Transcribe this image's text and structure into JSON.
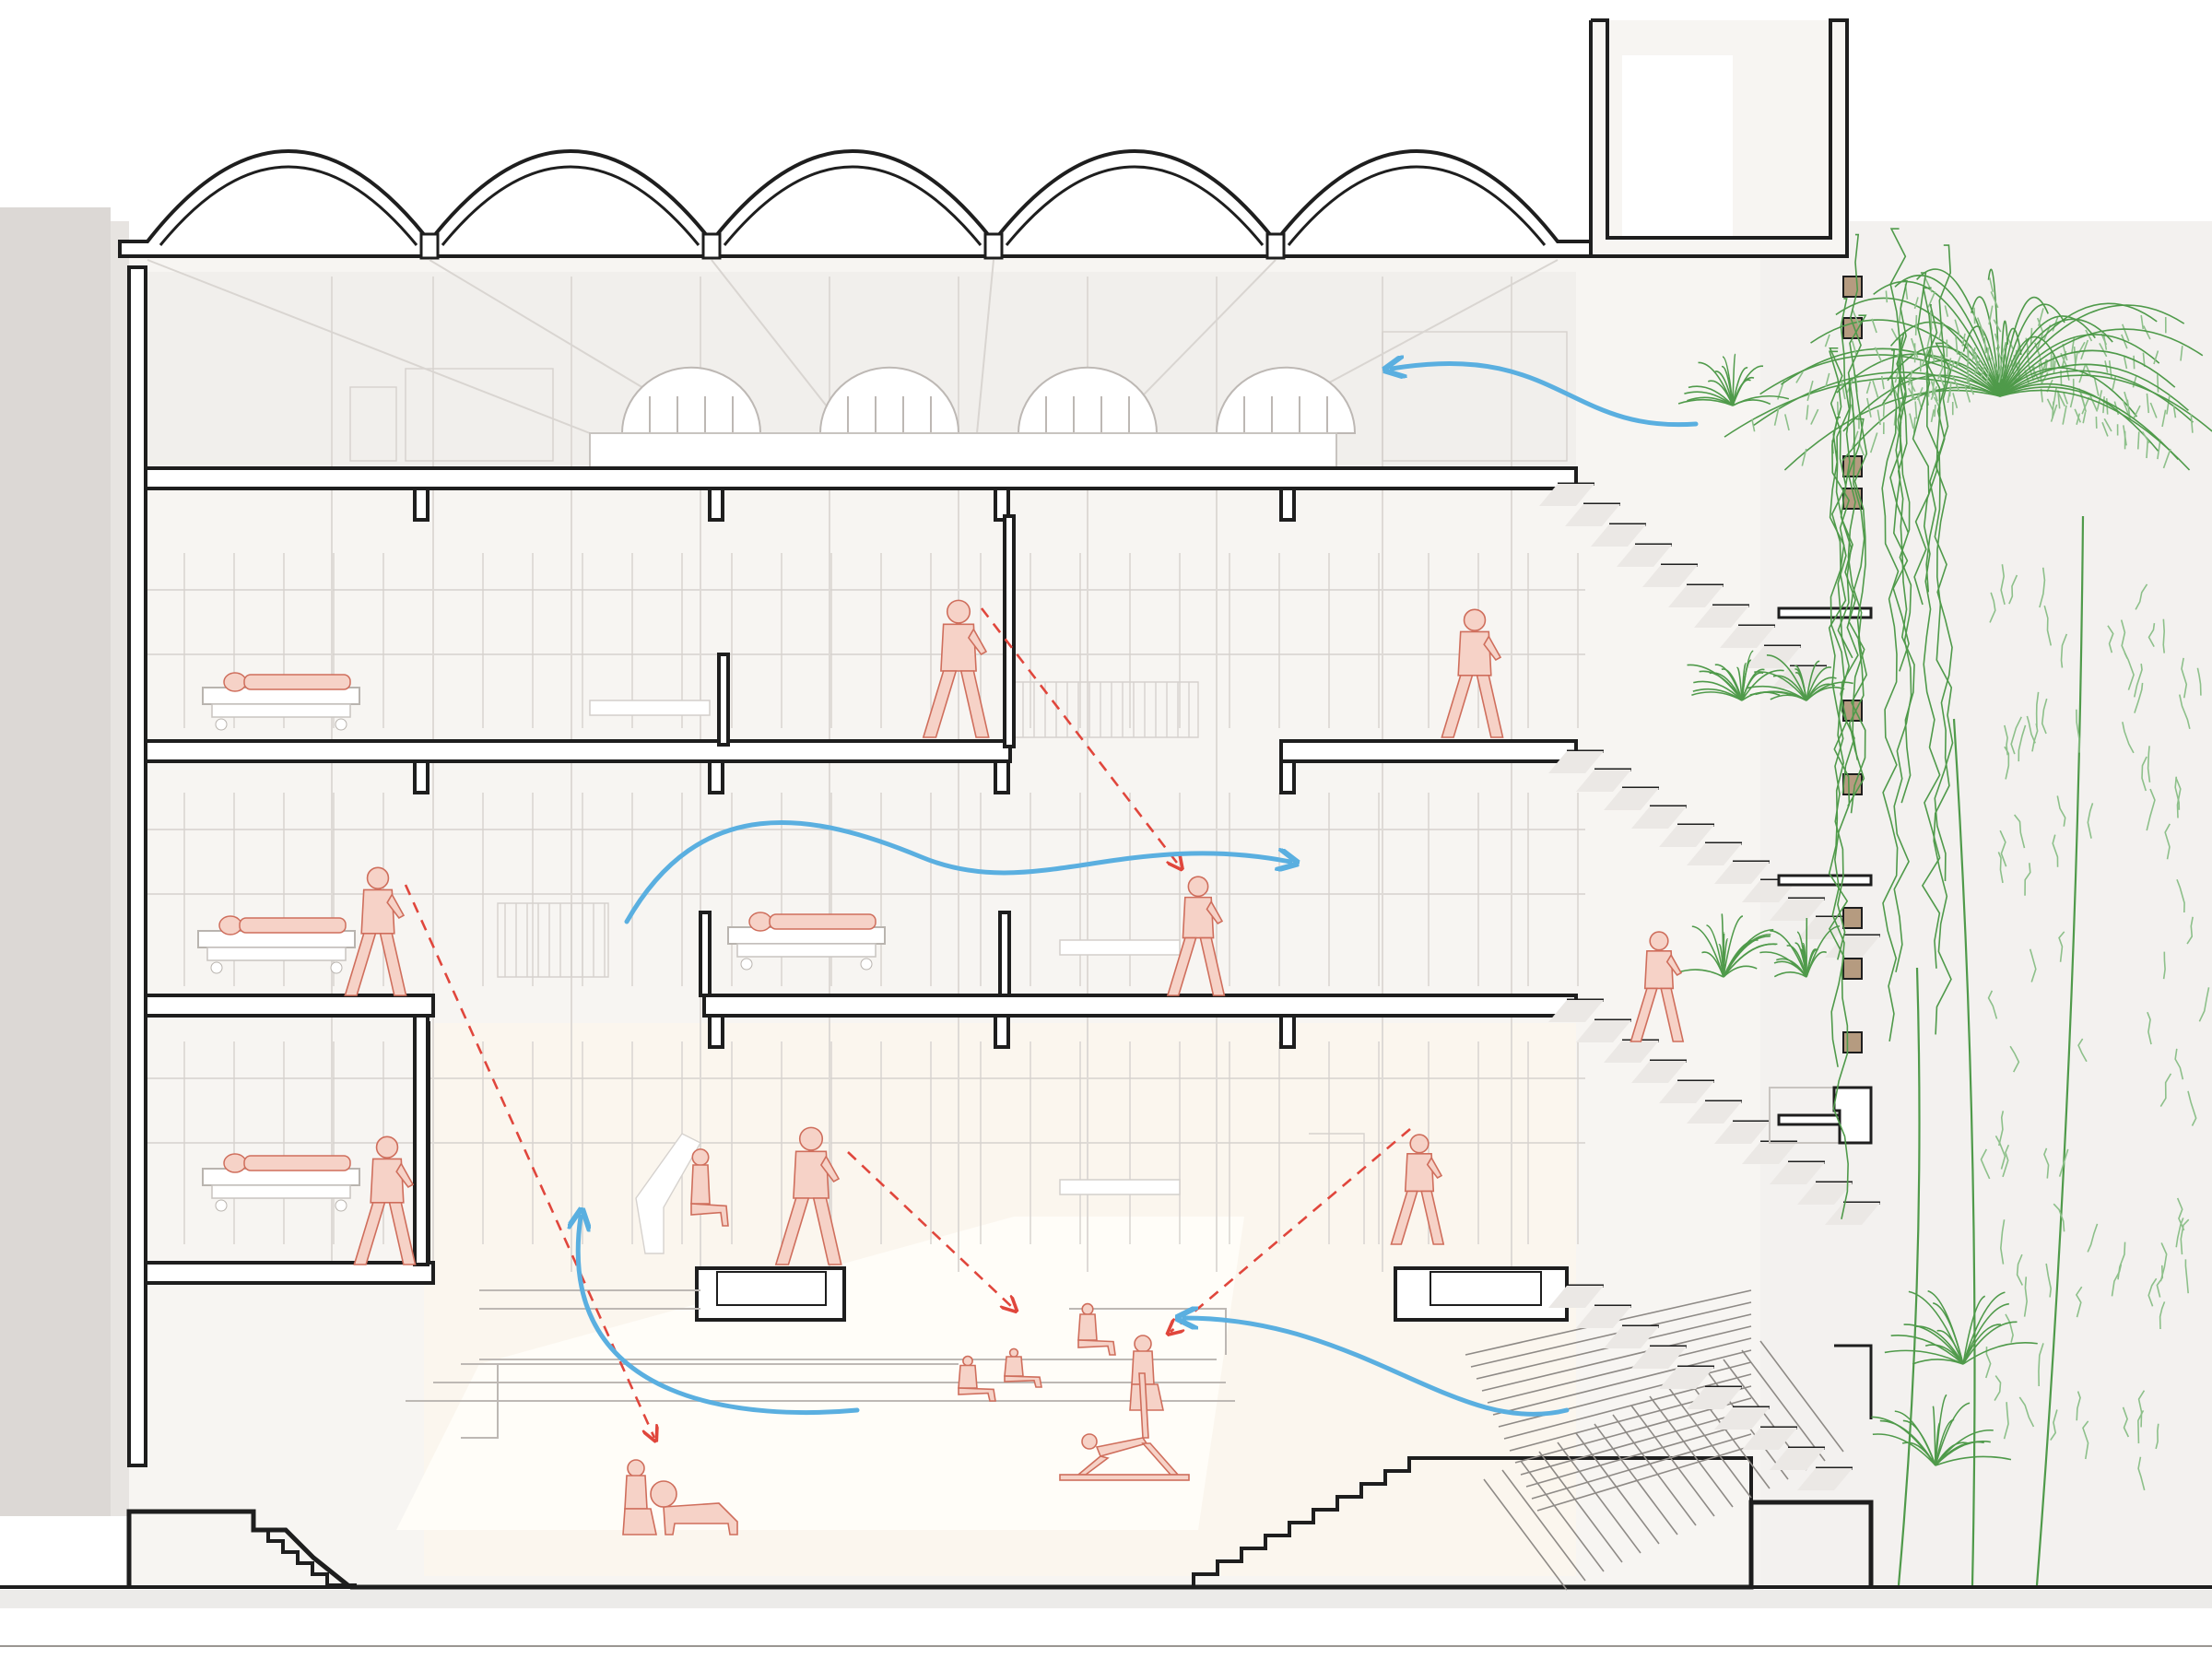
{
  "colors": {
    "paper": "#ffffff",
    "interior": "#f7f5f2",
    "wall_shadow": "#e3e0dd",
    "neighbor_building": "#dcd8d5",
    "atrium_light": "#fbf6ee",
    "cut_line": "#1e1e1e",
    "thin_line": "#c8c4c0",
    "air_flow": "#5aafe0",
    "sight_line": "#e0463c",
    "people_fill": "#f6d2c7",
    "people_stroke": "#cf6e5c",
    "greenery": "#4f9a4a",
    "greenery_light": "#8dc08a",
    "planter": "#b59b80"
  },
  "icons": {
    "air_flow": "curved-arrow-icon",
    "sight_line": "dashed-arrow-icon",
    "person": "person-icon",
    "bed": "hospital-bed-icon",
    "dog": "dog-icon",
    "plant": "plant-icon",
    "tree": "tree-icon"
  },
  "diagram": {
    "view": "building-section",
    "vaults": 5,
    "floors": 4,
    "atrium_window_arches": 4
  }
}
